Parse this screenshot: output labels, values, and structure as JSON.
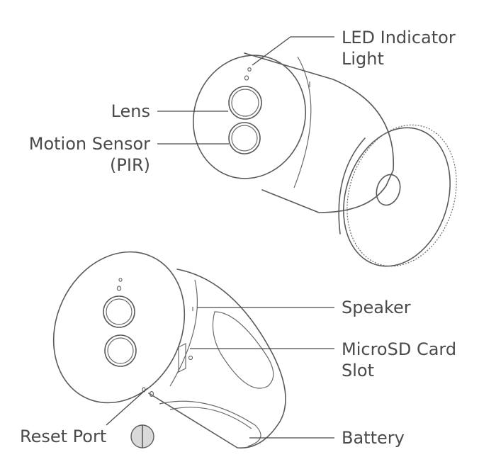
{
  "labels": {
    "led_line1": "LED Indicator",
    "led_line2": "Light",
    "lens": "Lens",
    "motion_line1": "Motion Sensor",
    "motion_line2": "(PIR)",
    "speaker": "Speaker",
    "microsd_line1": "MicroSD Card",
    "microsd_line2": "Slot",
    "reset": "Reset Port",
    "battery": "Battery"
  },
  "colors": {
    "line": "#5a5a5a",
    "text": "#4a4a4a",
    "reset_pin_fill": "#d9d9d9"
  }
}
